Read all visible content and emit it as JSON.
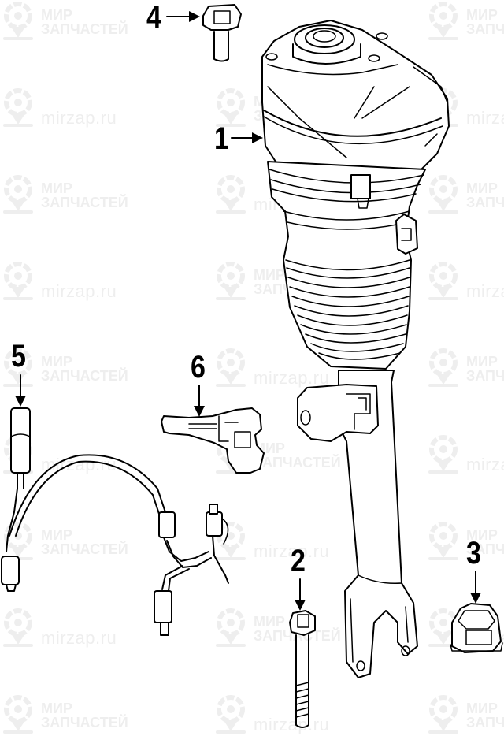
{
  "diagram": {
    "type": "exploded parts diagram",
    "subject": "front air suspension strut assembly",
    "background_color": "#ffffff",
    "line_color": "#000000",
    "watermark_color": "#eeeeee"
  },
  "watermarks": {
    "brand_line1": "МИР",
    "brand_line2": "ЗАПЧАСТЕЙ",
    "domain": "mirzap.ru",
    "icon": "map-pin-icon"
  },
  "callouts": [
    {
      "number": "1",
      "part": "air-strut"
    },
    {
      "number": "2",
      "part": "lower-bolt"
    },
    {
      "number": "3",
      "part": "nut"
    },
    {
      "number": "4",
      "part": "upper-bolt"
    },
    {
      "number": "5",
      "part": "wiring-harness"
    },
    {
      "number": "6",
      "part": "bracket"
    }
  ]
}
